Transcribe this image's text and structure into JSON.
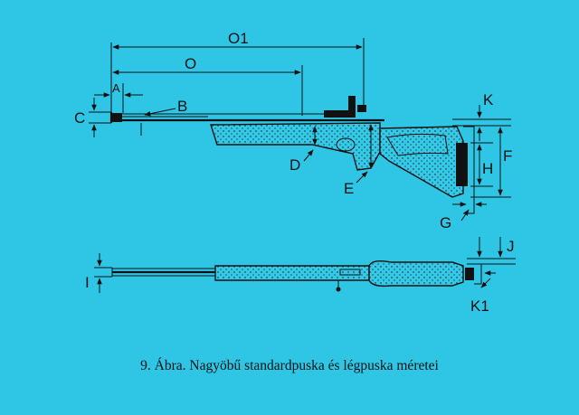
{
  "labels": {
    "O1": "O1",
    "O": "O",
    "A": "A",
    "B": "B",
    "C": "C",
    "D": "D",
    "E": "E",
    "F": "F",
    "G": "G",
    "H": "H",
    "K": "K",
    "I": "I",
    "J": "J",
    "K1": "K1"
  },
  "caption": "9. Ábra. Nagyöbű standardpuska és légpuska méretei",
  "colors": {
    "background": "#2fc6e6",
    "ink": "#111111"
  }
}
